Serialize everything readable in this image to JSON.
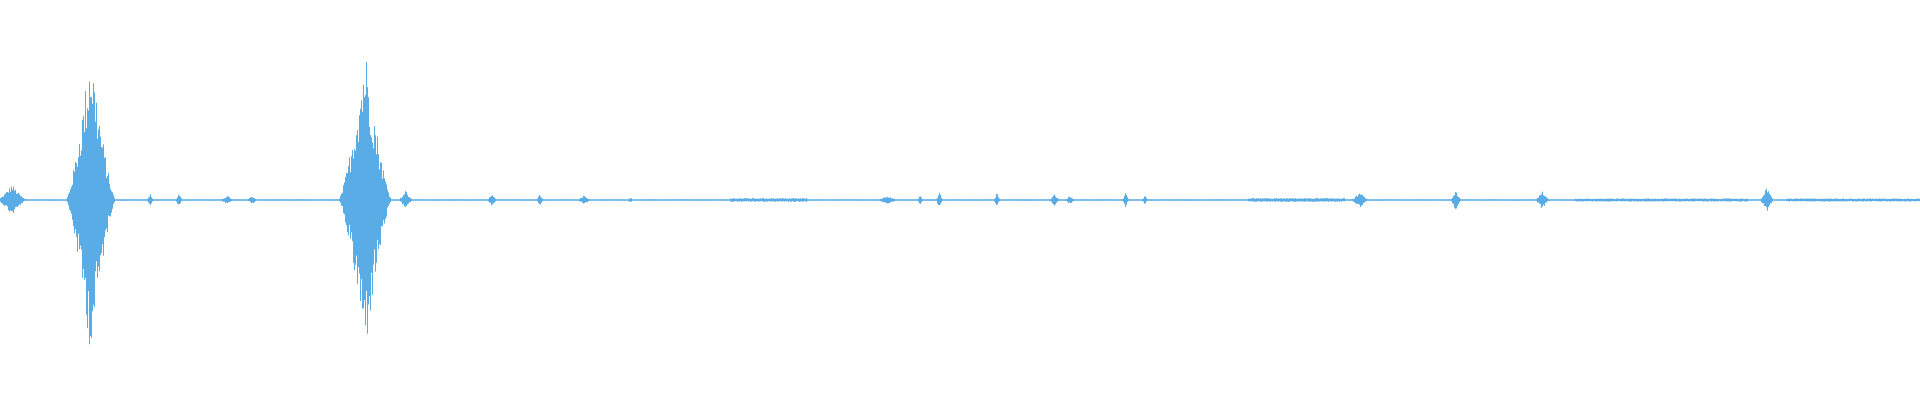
{
  "waveform": {
    "color": "#5aace6",
    "background": "#ffffff",
    "baseline_amplitude": 0.004,
    "bursts": [
      {
        "name": "intro-noise",
        "time": 0.006,
        "amplitude": 0.1,
        "width": 0.008
      },
      {
        "name": "burst-1",
        "time": 0.047,
        "amplitude": 0.98,
        "width": 0.013
      },
      {
        "name": "burst-2",
        "time": 0.19,
        "amplitude": 0.97,
        "width": 0.014
      },
      {
        "name": "blip-1",
        "time": 0.078,
        "amplitude": 0.04,
        "width": 0.002
      },
      {
        "name": "blip-2",
        "time": 0.093,
        "amplitude": 0.05,
        "width": 0.002
      },
      {
        "name": "blip-3",
        "time": 0.118,
        "amplitude": 0.03,
        "width": 0.004
      },
      {
        "name": "blip-4",
        "time": 0.131,
        "amplitude": 0.03,
        "width": 0.003
      },
      {
        "name": "blip-5",
        "time": 0.211,
        "amplitude": 0.06,
        "width": 0.004
      },
      {
        "name": "blip-6",
        "time": 0.256,
        "amplitude": 0.04,
        "width": 0.003
      },
      {
        "name": "blip-7",
        "time": 0.281,
        "amplitude": 0.04,
        "width": 0.002
      },
      {
        "name": "blip-8",
        "time": 0.304,
        "amplitude": 0.03,
        "width": 0.004
      },
      {
        "name": "blip-9",
        "time": 0.328,
        "amplitude": 0.02,
        "width": 0.002
      },
      {
        "name": "blip-10",
        "time": 0.462,
        "amplitude": 0.03,
        "width": 0.006
      },
      {
        "name": "blip-11",
        "time": 0.479,
        "amplitude": 0.03,
        "width": 0.002
      },
      {
        "name": "blip-12",
        "time": 0.489,
        "amplitude": 0.06,
        "width": 0.002
      },
      {
        "name": "blip-13",
        "time": 0.519,
        "amplitude": 0.05,
        "width": 0.002
      },
      {
        "name": "blip-14",
        "time": 0.549,
        "amplitude": 0.04,
        "width": 0.003
      },
      {
        "name": "blip-15",
        "time": 0.557,
        "amplitude": 0.03,
        "width": 0.003
      },
      {
        "name": "blip-16",
        "time": 0.586,
        "amplitude": 0.05,
        "width": 0.002
      },
      {
        "name": "blip-17",
        "time": 0.596,
        "amplitude": 0.03,
        "width": 0.002
      },
      {
        "name": "blip-18",
        "time": 0.708,
        "amplitude": 0.05,
        "width": 0.005
      },
      {
        "name": "blip-19",
        "time": 0.758,
        "amplitude": 0.07,
        "width": 0.003
      },
      {
        "name": "blip-20",
        "time": 0.803,
        "amplitude": 0.06,
        "width": 0.004
      },
      {
        "name": "blip-21",
        "time": 0.92,
        "amplitude": 0.08,
        "width": 0.004
      }
    ],
    "noise_patches": [
      {
        "time_start": 0.38,
        "time_end": 0.42,
        "amplitude": 0.012
      },
      {
        "time_start": 0.65,
        "time_end": 0.7,
        "amplitude": 0.012
      },
      {
        "time_start": 0.82,
        "time_end": 0.91,
        "amplitude": 0.01
      },
      {
        "time_start": 0.93,
        "time_end": 1.0,
        "amplitude": 0.01
      }
    ]
  }
}
